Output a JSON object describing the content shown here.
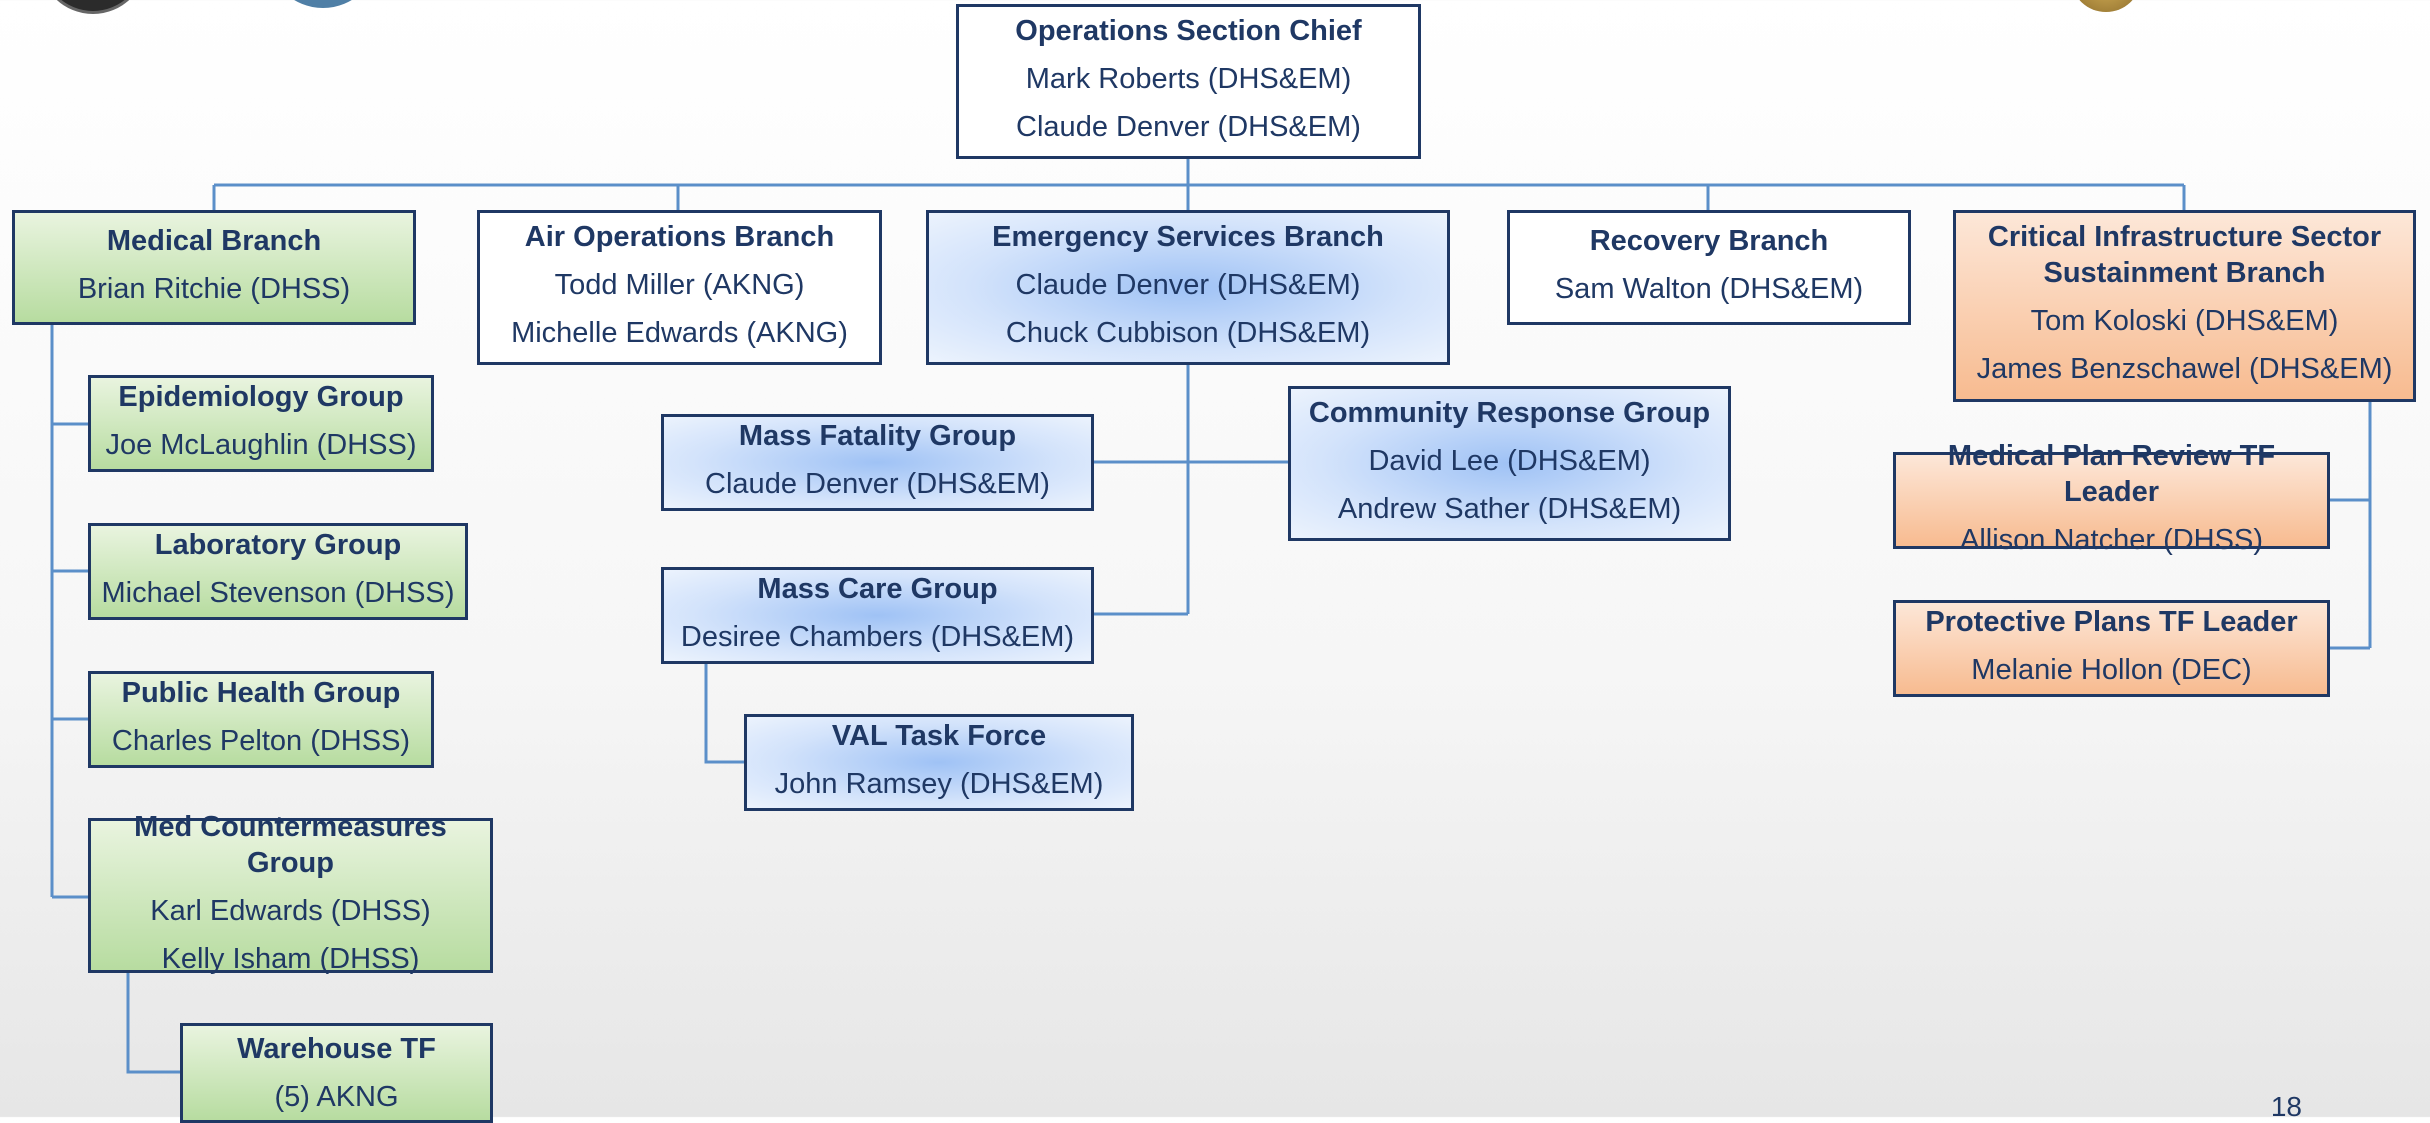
{
  "chief": {
    "title": "Operations Section Chief",
    "lines": [
      "Mark Roberts (DHS&EM)",
      "Claude Denver (DHS&EM)"
    ]
  },
  "medical": {
    "branch": {
      "title": "Medical Branch",
      "lines": [
        "Brian Ritchie (DHSS)"
      ]
    },
    "epidemiology": {
      "title": "Epidemiology Group",
      "lines": [
        "Joe McLaughlin (DHSS)"
      ]
    },
    "laboratory": {
      "title": "Laboratory Group",
      "lines": [
        "Michael Stevenson (DHSS)"
      ]
    },
    "public_health": {
      "title": "Public Health Group",
      "lines": [
        "Charles Pelton (DHSS)"
      ]
    },
    "countermeasures": {
      "title": "Med Countermeasures Group",
      "lines": [
        "Karl Edwards (DHSS)",
        "Kelly Isham (DHSS)"
      ]
    },
    "warehouse": {
      "title": "Warehouse TF",
      "lines": [
        "(5) AKNG"
      ]
    }
  },
  "air_ops": {
    "title": "Air Operations Branch",
    "lines": [
      "Todd Miller (AKNG)",
      "Michelle Edwards (AKNG)"
    ]
  },
  "emergency": {
    "branch": {
      "title": "Emergency Services Branch",
      "lines": [
        "Claude Denver (DHS&EM)",
        "Chuck Cubbison (DHS&EM)"
      ]
    },
    "mass_fatality": {
      "title": "Mass Fatality Group",
      "lines": [
        "Claude Denver (DHS&EM)"
      ]
    },
    "community": {
      "title": "Community Response Group",
      "lines": [
        "David Lee (DHS&EM)",
        "Andrew Sather (DHS&EM)"
      ]
    },
    "mass_care": {
      "title": "Mass Care Group",
      "lines": [
        "Desiree Chambers (DHS&EM)"
      ]
    },
    "val": {
      "title": "VAL Task Force",
      "lines": [
        "John Ramsey (DHS&EM)"
      ]
    }
  },
  "recovery": {
    "title": "Recovery Branch",
    "lines": [
      "Sam Walton (DHS&EM)"
    ]
  },
  "infrastructure": {
    "branch": {
      "title": "Critical Infrastructure Sector Sustainment Branch",
      "lines": [
        "Tom Koloski (DHS&EM)",
        "James Benzschawel (DHS&EM)"
      ]
    },
    "medical_plan": {
      "title": "Medical Plan Review TF Leader",
      "lines": [
        "Allison Natcher (DHSS)"
      ]
    },
    "protective": {
      "title": "Protective Plans TF Leader",
      "lines": [
        "Melanie Hollon (DEC)"
      ]
    }
  },
  "page_number": "18",
  "colors": {
    "line": "#5b8fc9",
    "border": "#1f3864",
    "text": "#1f3864"
  }
}
